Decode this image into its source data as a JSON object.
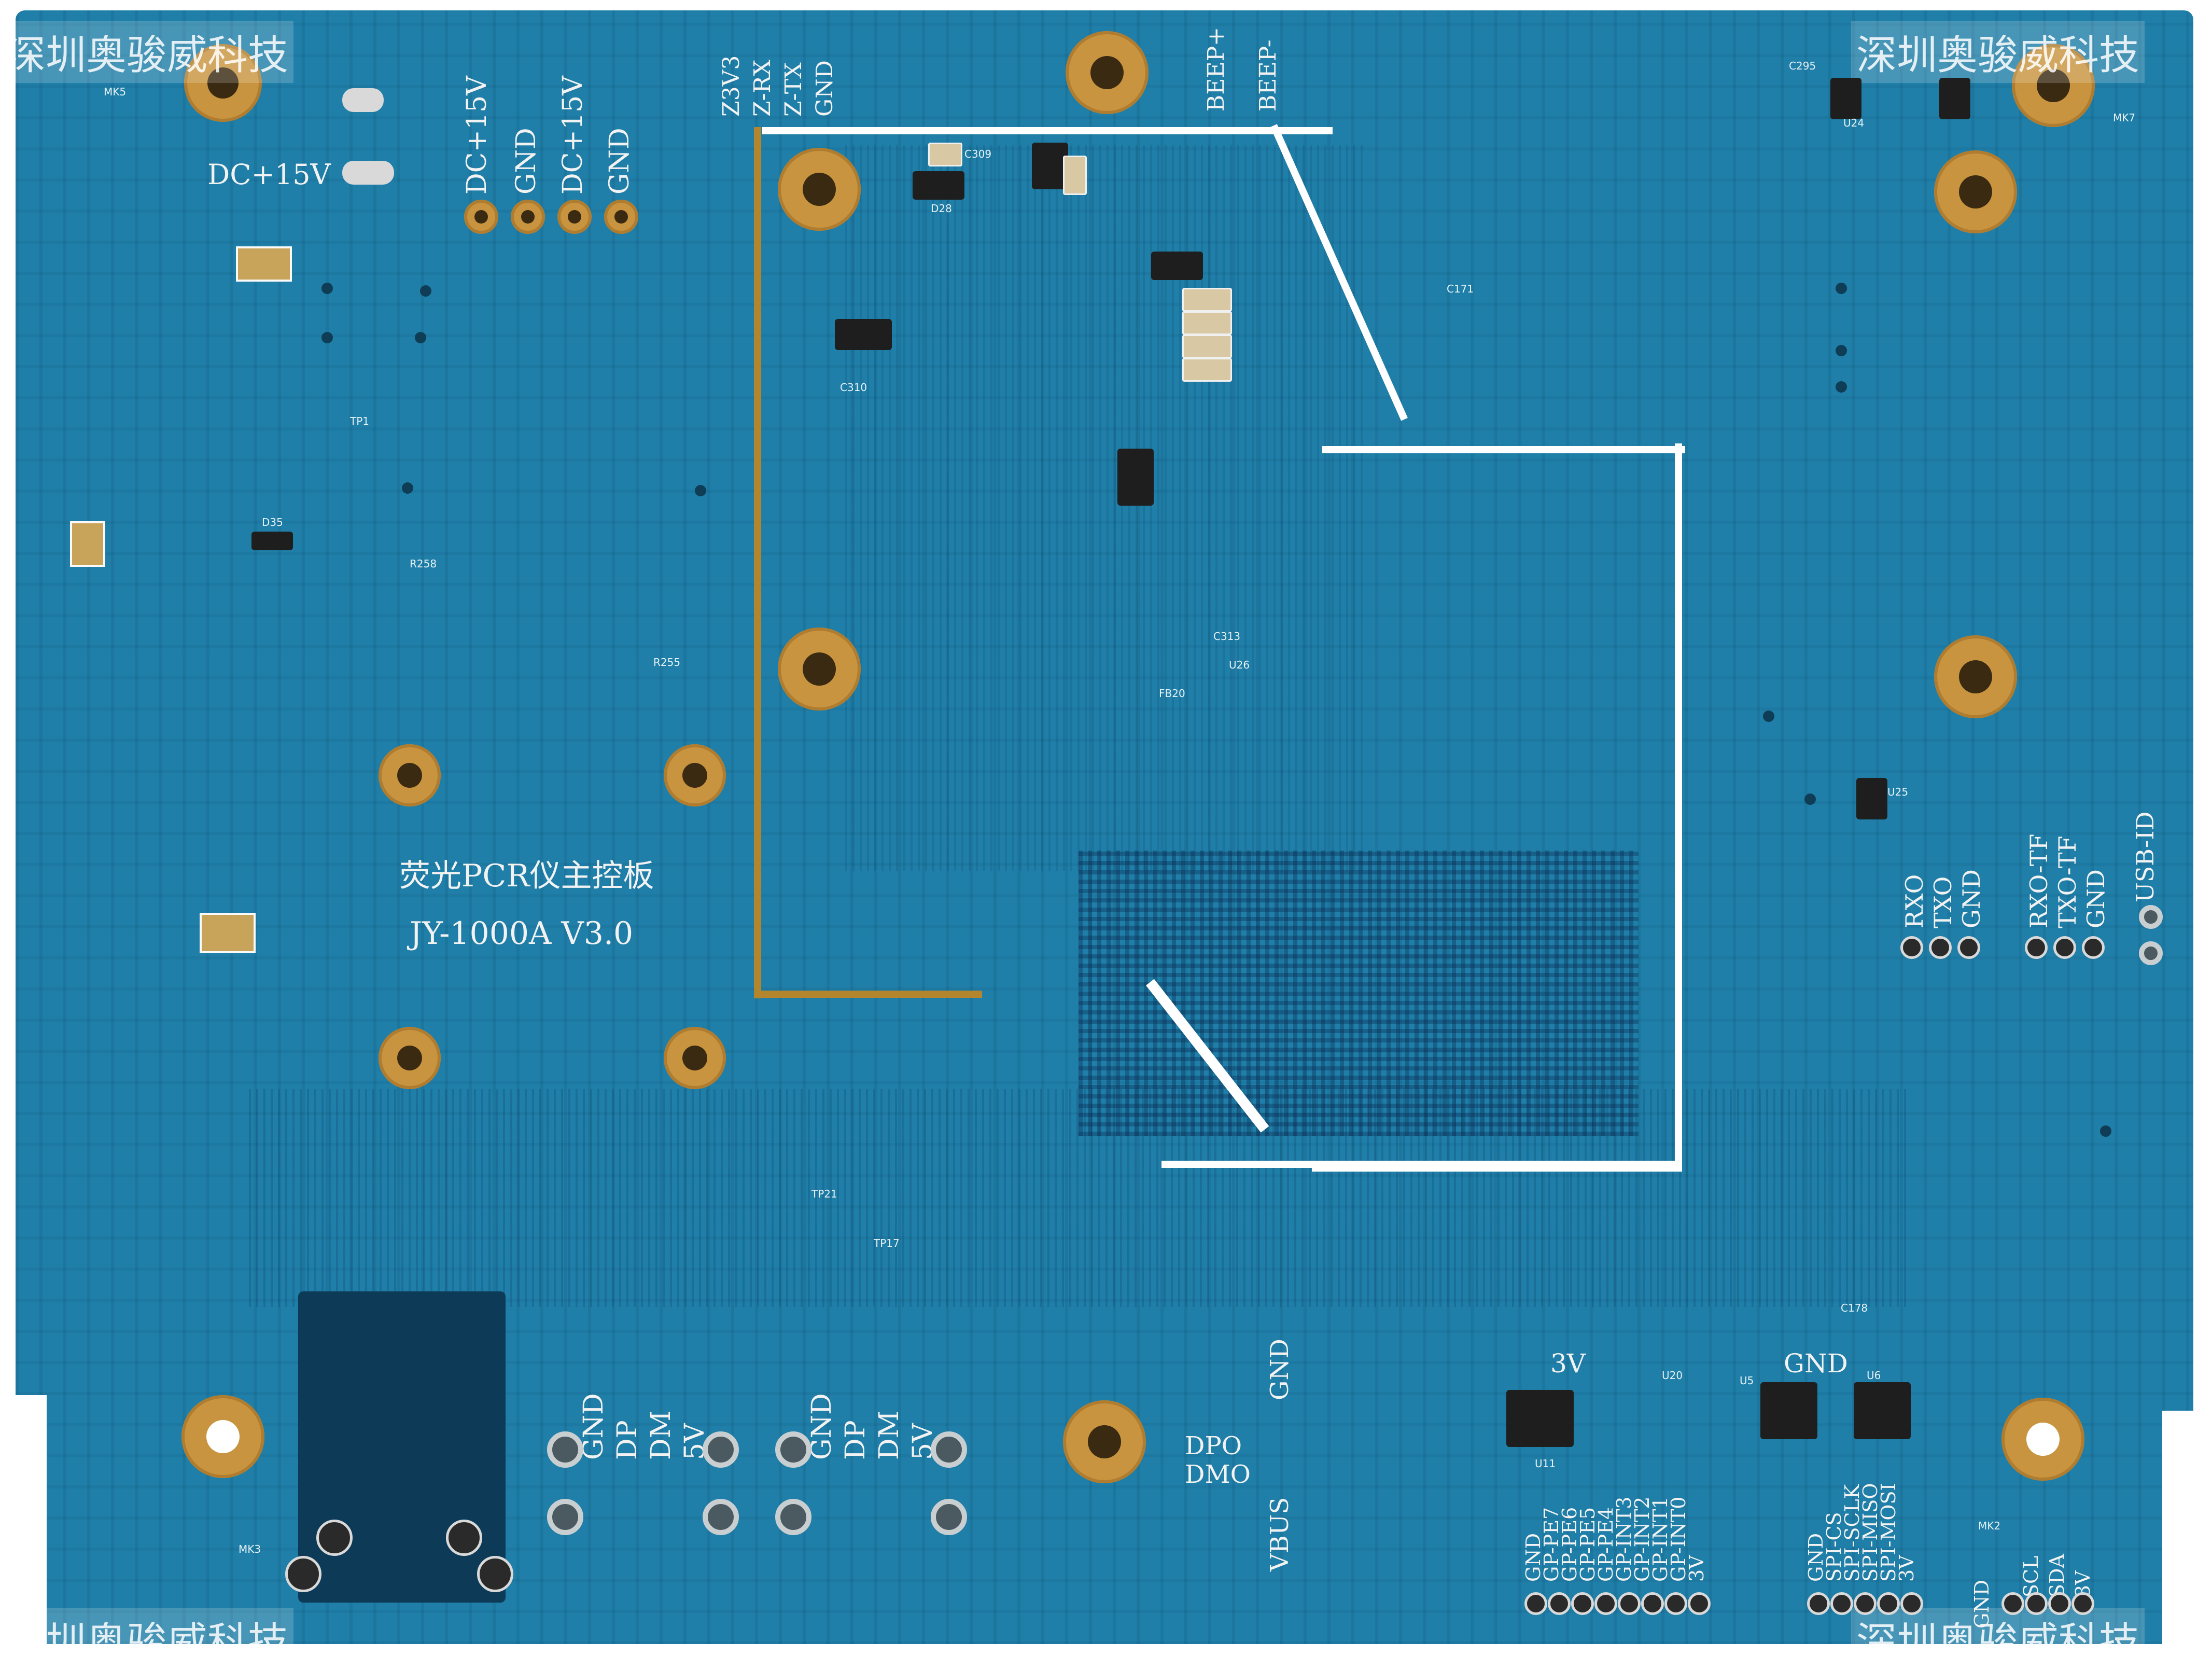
{
  "watermark": "深圳奥骏威科技",
  "board": {
    "title": "荧光PCR仪主控板",
    "model": "JY-1000A V3.0"
  },
  "power": {
    "dc_label": "DC+15V",
    "pin_labels": [
      "DC+15V",
      "GND",
      "DC+15V",
      "GND"
    ]
  },
  "top_header": {
    "labels": [
      "Z3V3",
      "Z-RX",
      "Z-TX",
      "GND"
    ],
    "beep_labels": [
      "BEEP+",
      "BEEP-"
    ]
  },
  "uart_left": {
    "labels": [
      "RXO",
      "TXO",
      "GND"
    ]
  },
  "uart_right": {
    "labels": [
      "RXO-TF",
      "TXO-TF",
      "GND"
    ]
  },
  "usb_id": "USB-ID",
  "usb_left": {
    "labels": [
      "GND",
      "DP",
      "DM",
      "5V"
    ]
  },
  "usb_mid": {
    "labels": [
      "GND",
      "DP",
      "DM",
      "5V"
    ]
  },
  "otg": {
    "labels": [
      "DPO",
      "DMO",
      "VBUS",
      "GND"
    ]
  },
  "gpio_header": {
    "labels": [
      "GND",
      "GP-PE7",
      "GP-PE6",
      "GP-PE5",
      "GP-PE4",
      "GP-INT3",
      "GP-INT2",
      "GP-INT1",
      "GP-INT0",
      "3V"
    ]
  },
  "spi_header": {
    "labels": [
      "GND",
      "SPI-CS",
      "SPI-SCLK",
      "SPI-MISO",
      "SPI-MOSI",
      "3V"
    ]
  },
  "i2c_header": {
    "labels": [
      "GND",
      "SCL",
      "SDA",
      "3V"
    ]
  },
  "rail_labels": {
    "v3": "3V",
    "gnd": "GND"
  },
  "designators": [
    "MK5",
    "MK7",
    "MK3",
    "MK2",
    "TP1",
    "D35",
    "D28",
    "C309",
    "C310",
    "U24",
    "U25",
    "U26",
    "U11",
    "U20",
    "U5",
    "U6",
    "TP21",
    "TP17",
    "C171",
    "C313",
    "FB20",
    "R258",
    "R255",
    "C295",
    "C178"
  ]
}
